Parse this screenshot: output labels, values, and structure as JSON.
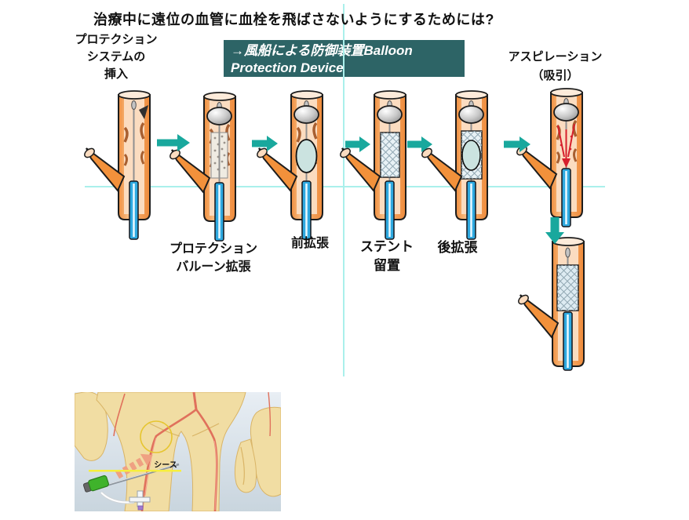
{
  "title": "治療中に遠位の血管に血栓を飛ばさないようにするためには?",
  "callout": {
    "line1": "→風船による防御装置Balloon",
    "line2": "Protection Device"
  },
  "left_label": {
    "line1": "プロテクション",
    "line2": "システムの",
    "line3": "挿入"
  },
  "right_label": {
    "line1": "アスピレーション",
    "line2": "（吸引）"
  },
  "step_labels": [
    {
      "line1": "プロテクション",
      "line2": "バルーン拡張"
    },
    {
      "line1": "前拡張"
    },
    {
      "line1": "ステント",
      "line2": "留置"
    },
    {
      "line1": "後拡張"
    }
  ],
  "photo": {
    "sheath_label": "シース"
  },
  "icons": [
    "arrow-right-icon",
    "arrow-down-icon",
    "protection-balloon-icon",
    "dilation-balloon-icon",
    "stent-mesh-icon",
    "aspiration-arrows-icon",
    "guidewire-icon",
    "catheter-icon",
    "target-circle-icon",
    "sheath-needle-icon"
  ],
  "colors": {
    "callout_bg": "#2D6466",
    "callout_text": "#FFFFFF",
    "arrow_teal": "#19A89D",
    "crosshair_cyan": "#AAF0EB",
    "vessel_orange": "#F09045",
    "vessel_lumen": "#FBDCC0",
    "catheter_blue": "#2FA9E0",
    "protection_balloon_gray": "#C9C9C9",
    "dilation_balloon_blue": "#CBE3E0",
    "stent_fill": "#E8F1F5",
    "aspiration_red": "#D61F2C",
    "sheath_line_yellow": "#F7EF3C",
    "body_skin": "#F1DDA3",
    "artery_red": "#E0715C"
  }
}
